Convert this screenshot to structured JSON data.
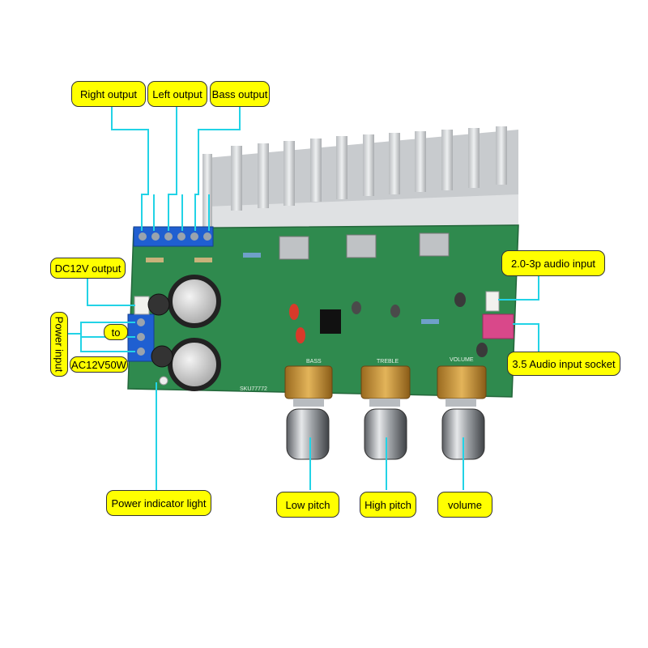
{
  "labels": {
    "right_output": "Right output",
    "left_output": "Left output",
    "bass_output": "Bass output",
    "dc12v_output": "DC12V output",
    "power_input": "Power input",
    "to": "to",
    "ac12v50w": "AC12V50W",
    "power_indicator_light": "Power indicator light",
    "low_pitch": "Low pitch",
    "high_pitch": "High pitch",
    "volume": "volume",
    "audio_input_2p": "2.0-3p audio input",
    "audio_input_socket": "3.5 Audio input socket"
  },
  "board_text": {
    "bass": "BASS",
    "treble": "TREBLE",
    "volume": "VOLUME",
    "model": "SKU77772"
  },
  "colors": {
    "label_fill": "#ffff00",
    "leader_line": "#22d3e6",
    "pcb": "#2f8a4e",
    "terminal": "#1f5fd1",
    "heatsink": "#d5d7d9"
  }
}
